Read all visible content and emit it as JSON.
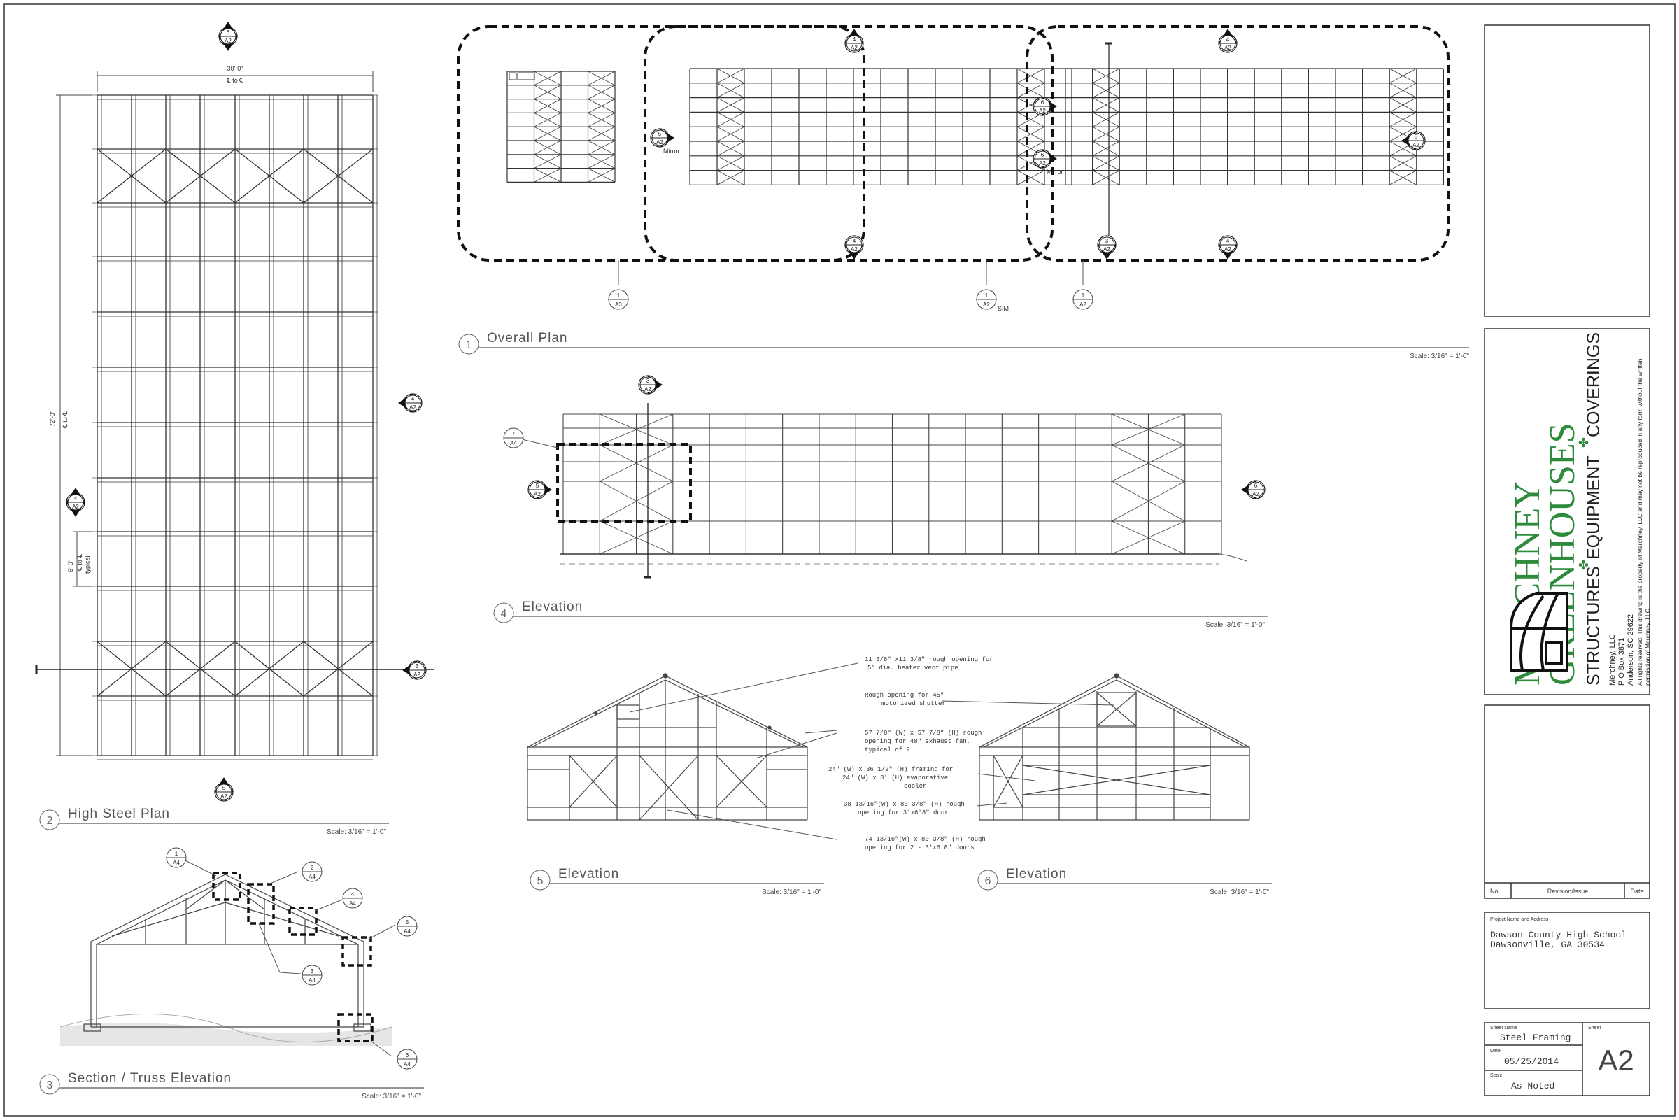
{
  "sheet": {
    "number": "A2",
    "name": "Steel Framing",
    "date": "05/25/2014",
    "scale": "As Noted",
    "labels": {
      "sheet_name": "Sheet Name",
      "sheet": "Sheet",
      "date": "Date",
      "scale": "Scale",
      "project": "Project Name and Address"
    }
  },
  "project": {
    "line1": "Dawson County High School",
    "line2": "Dawsonville, GA 30534"
  },
  "revision_table": {
    "no": "No.",
    "revision": "Revision/Issue",
    "date": "Date"
  },
  "company": {
    "name1": "MERCHNEY",
    "name2": "GREENHOUSES",
    "tagline_a": "STRUCTURES",
    "tagline_b": "EQUIPMENT",
    "tagline_c": "COVERINGS",
    "llc": "Merchney, LLC",
    "po": "P O Box 3871",
    "city": "Anderson, SC 29622",
    "rights_1": "All rights reserved. This drawing is the property of Merchney, LLC and may not be reproduced in any form without the written",
    "rights_2": "permission of Merchney, LLC.",
    "brand_color": "#2e8b3c"
  },
  "views": {
    "overall_plan": {
      "num": "1",
      "title": "Overall Plan",
      "scale": "Scale: 3/16\" = 1'-0\""
    },
    "high_steel_plan": {
      "num": "2",
      "title": "High Steel Plan",
      "scale": "Scale: 3/16\" = 1'-0\""
    },
    "section": {
      "num": "3",
      "title": "Section / Truss Elevation",
      "scale": "Scale: 3/16\" = 1'-0\""
    },
    "elevation4": {
      "num": "4",
      "title": "Elevation",
      "scale": "Scale: 3/16\" = 1'-0\""
    },
    "elevation5": {
      "num": "5",
      "title": "Elevation",
      "scale": "Scale: 3/16\" = 1'-0\""
    },
    "elevation6": {
      "num": "6",
      "title": "Elevation",
      "scale": "Scale: 3/16\" = 1'-0\""
    }
  },
  "dimensions": {
    "width": "30'-0\"",
    "width_sub": "℄ to ℄",
    "length": "72'-0\"",
    "length_sub": "℄ to ℄",
    "bay": "6'-0\"",
    "bay_sub": "℄ to ℄",
    "bay_sub2": "typical"
  },
  "callouts": {
    "mirror": "Mirror",
    "sim": "SIM",
    "n1": "1",
    "n2": "2",
    "n3": "3",
    "n4": "4",
    "n5": "5",
    "n6": "6",
    "n7": "7",
    "A2": "A2",
    "A3": "A3",
    "A4": "A4"
  },
  "notes": {
    "n1a": "11 3/8\" x11 3/8\" rough opening for",
    "n1b": "5\" dia. heater vent pipe",
    "n2a": "Rough opening for 45\"",
    "n2b": "motorized shutter",
    "n3a": "57 7/8\" (W) x 57 7/8\" (H) rough",
    "n3b": "opening for 48\" exhaust fan,",
    "n3c": "typical of 2",
    "n4a": "24\" (W) x 36 1/2\" (H) framing for",
    "n4b": "24\" (W) x 3' (H) evaporative",
    "n4c": "cooler",
    "n5a": "38 13/16\"(W) x 80 3/8\" (H) rough",
    "n5b": "opening for 3'x6'8\" door",
    "n6a": "74 13/16\"(W) x 80 3/8\" (H) rough",
    "n6b": "opening for 2 - 3'x6'8\" doors"
  }
}
